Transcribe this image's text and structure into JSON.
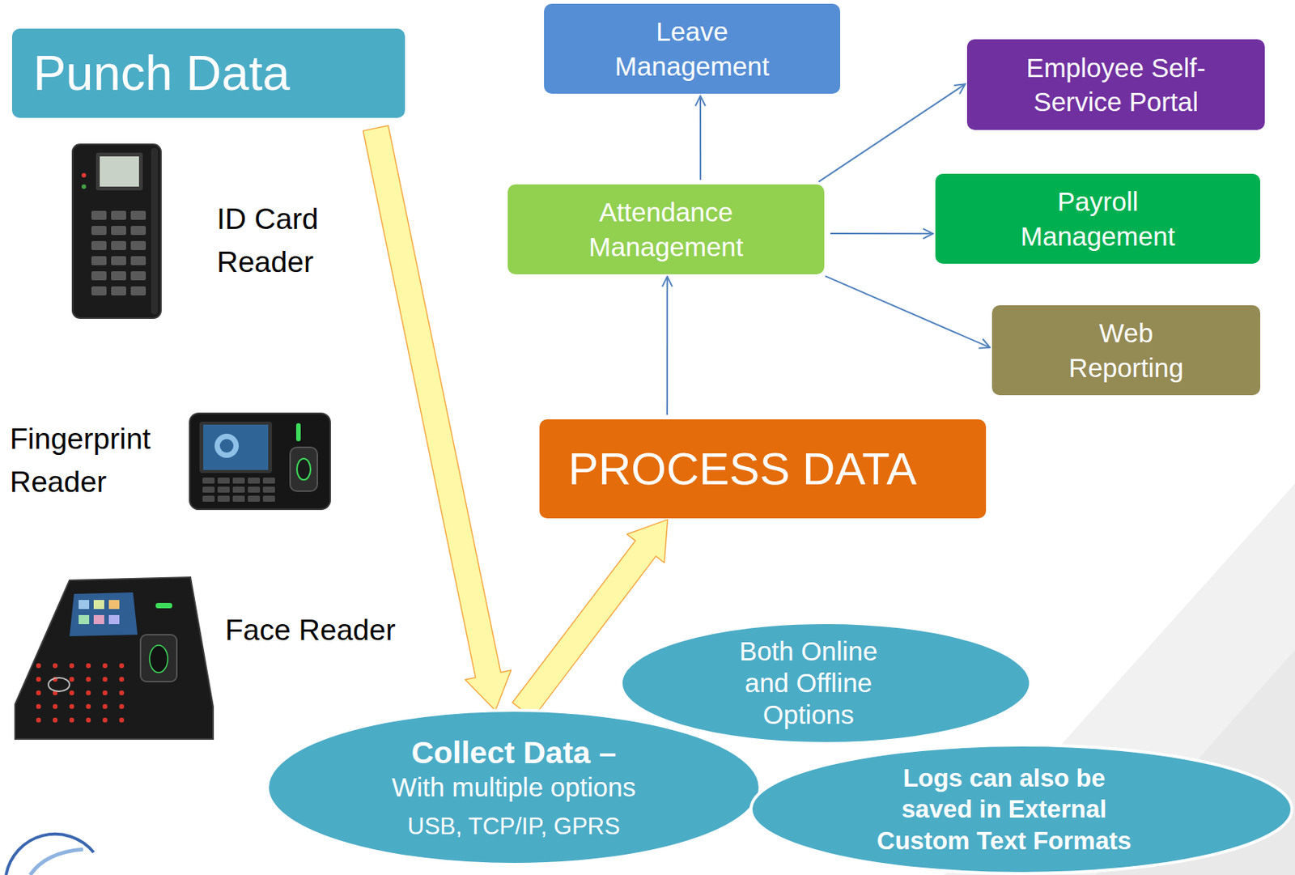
{
  "diagram": {
    "nodes": [
      {
        "text": [
          "Punch Data"
        ]
      },
      {
        "text": [
          "Leave Management"
        ]
      },
      {
        "text": [
          "Employee Self-Service Portal"
        ]
      },
      {
        "text": [
          "Attendance Management"
        ]
      },
      {
        "text": [
          "Payroll Management"
        ]
      },
      {
        "text": [
          "Web Reporting"
        ]
      },
      {
        "text": [
          "PROCESS DATA"
        ]
      },
      {
        "text": [
          "Collect Data –",
          "With multiple options",
          "USB, TCP/IP, GPRS"
        ]
      },
      {
        "text": [
          "Both Online and Offline Options"
        ]
      },
      {
        "text": [
          "Logs can also be saved in External Custom Text Formats"
        ]
      }
    ],
    "edges": [
      {
        "from": 0,
        "to": 7,
        "arrow": "to"
      },
      {
        "from": 7,
        "to": 6,
        "arrow": "to"
      },
      {
        "from": 6,
        "to": 3,
        "arrow": "to"
      },
      {
        "from": 3,
        "to": 1,
        "arrow": "to"
      },
      {
        "from": 3,
        "to": 2,
        "arrow": "to"
      },
      {
        "from": 3,
        "to": 4,
        "arrow": "to"
      },
      {
        "from": 3,
        "to": 5,
        "arrow": "to"
      }
    ],
    "labels": [
      "ID Card Reader",
      "Fingerprint Reader",
      "Face Reader"
    ]
  }
}
